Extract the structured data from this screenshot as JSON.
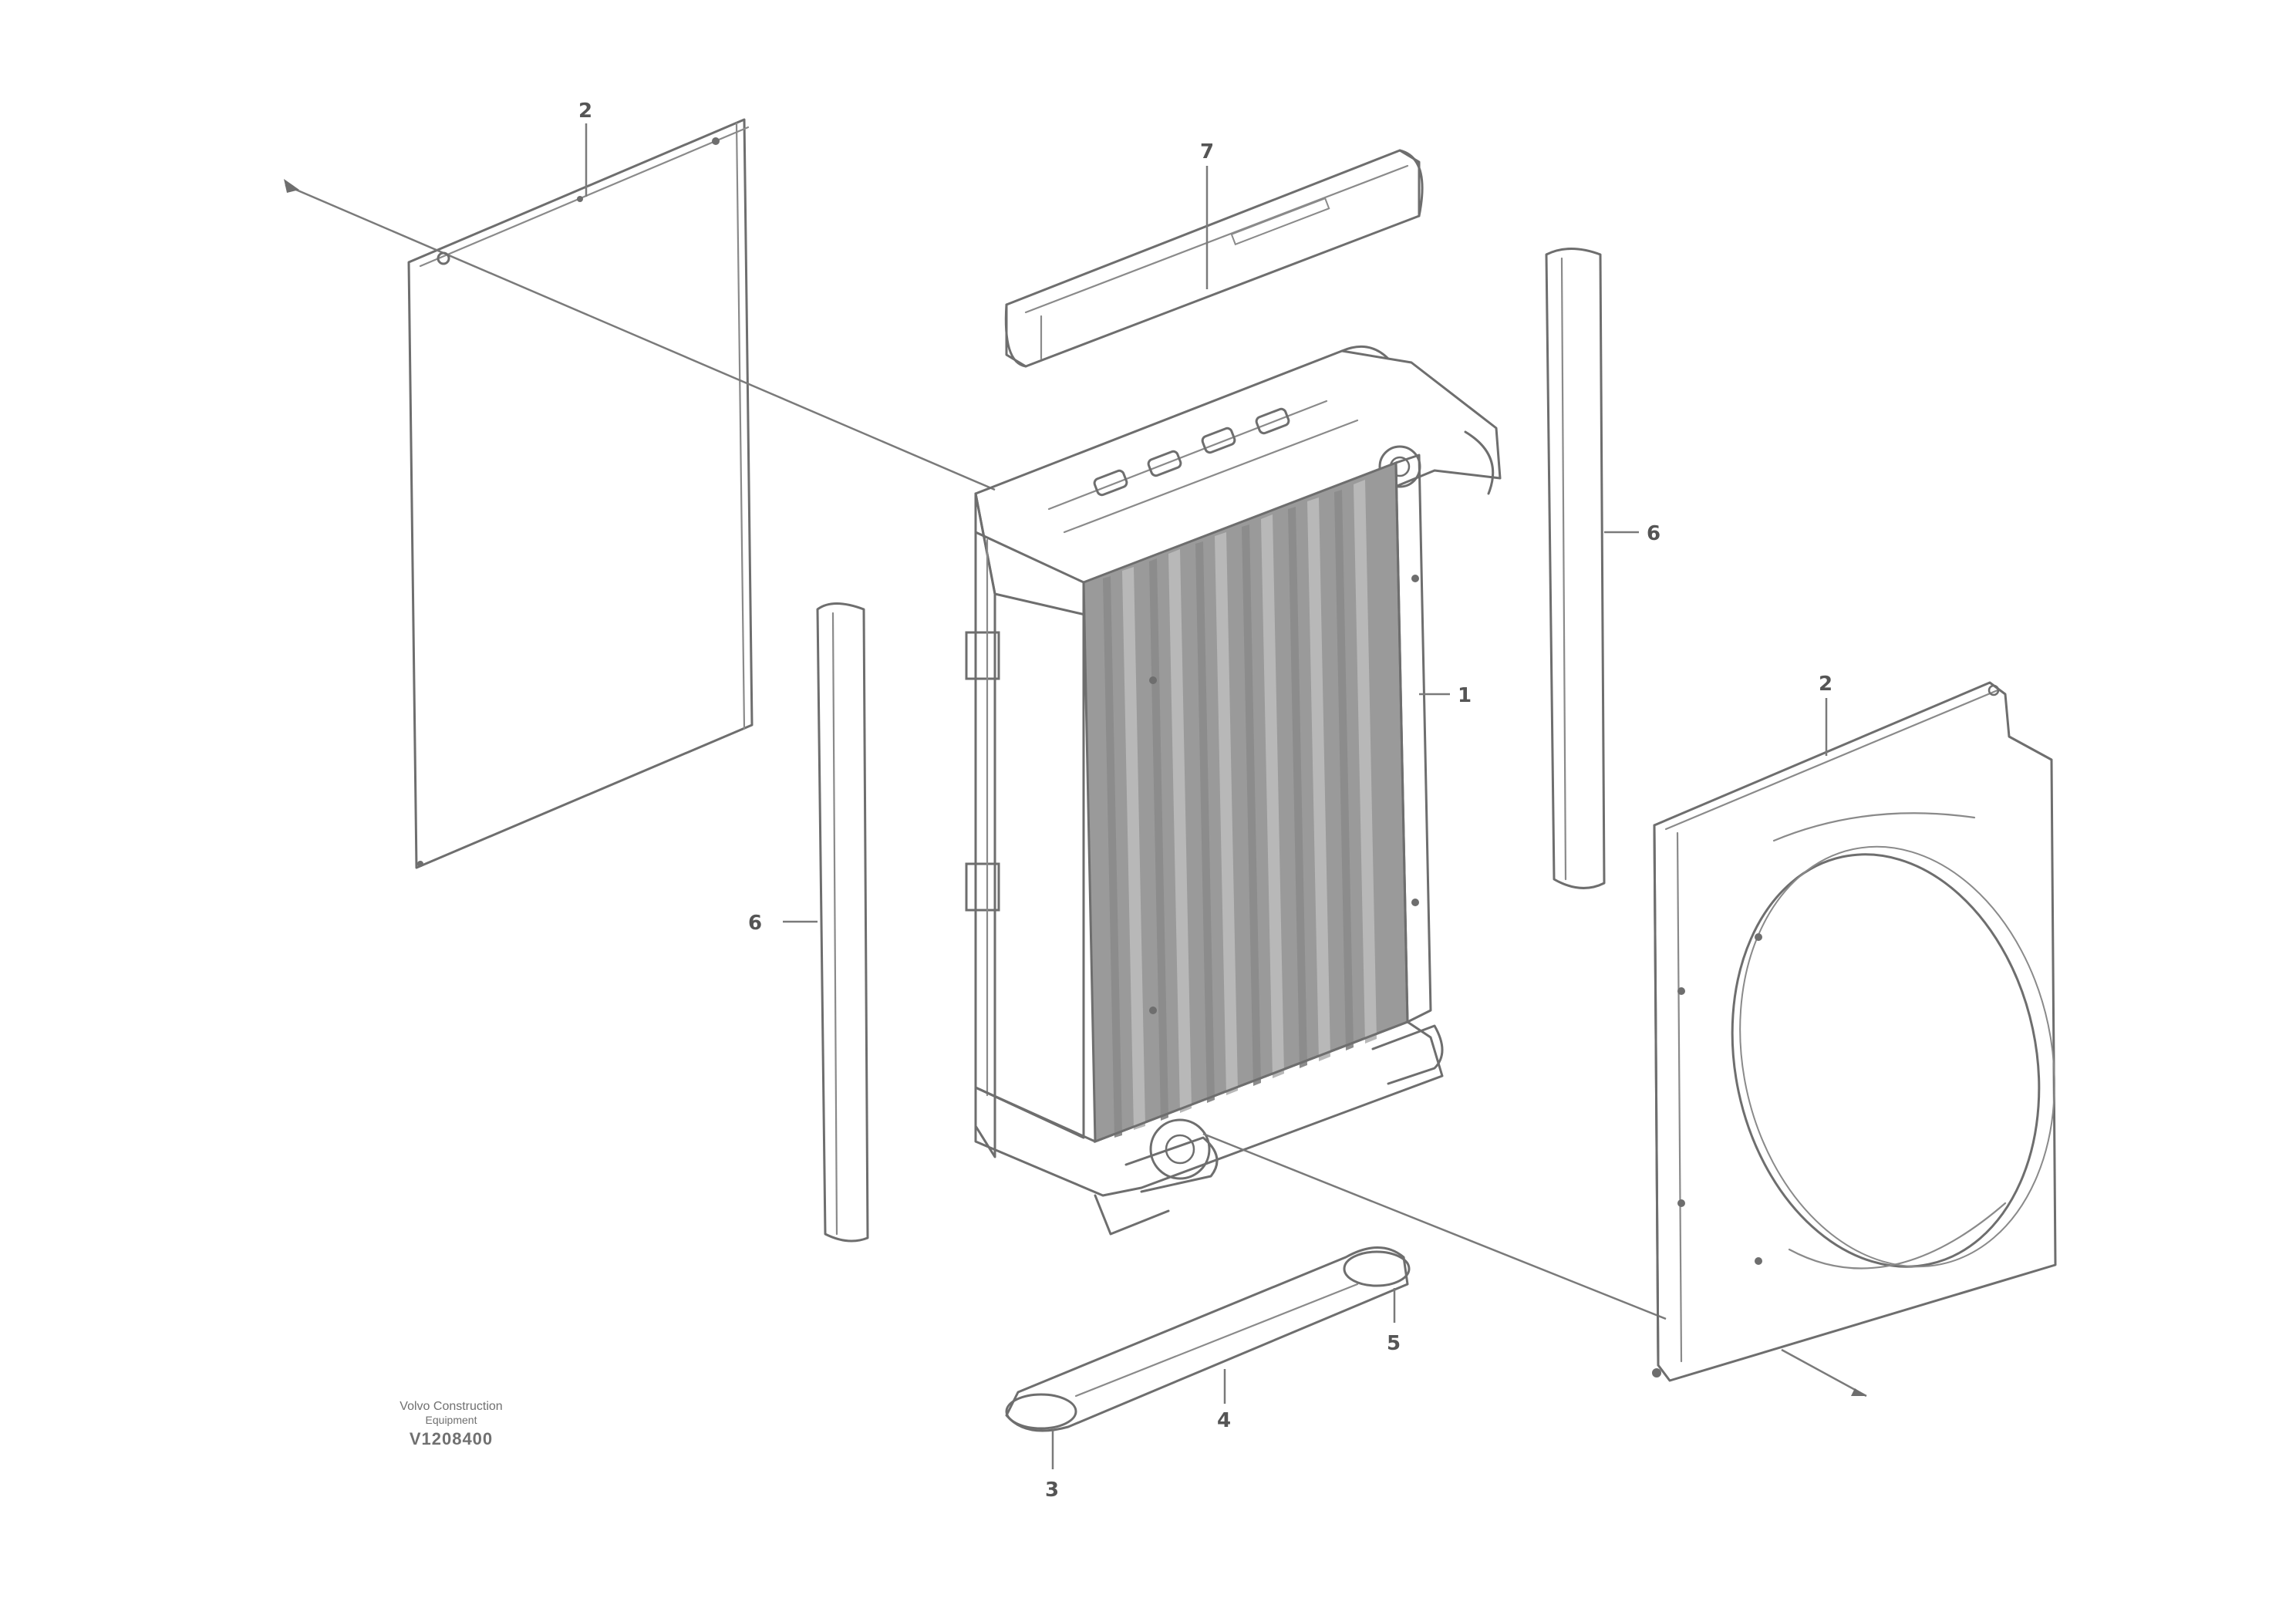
{
  "diagram": {
    "callouts": {
      "radiator": "1",
      "left_panel": "2",
      "top_cover": "7",
      "right_seal": "6",
      "left_seal": "6",
      "fan_shroud": "2",
      "bottom_bar": "4",
      "bottom_bolt_right": "5",
      "bottom_bolt_left": "3"
    },
    "stamp": {
      "line1": "Volvo Construction",
      "line2": "Equipment",
      "code": "V1208400"
    }
  }
}
